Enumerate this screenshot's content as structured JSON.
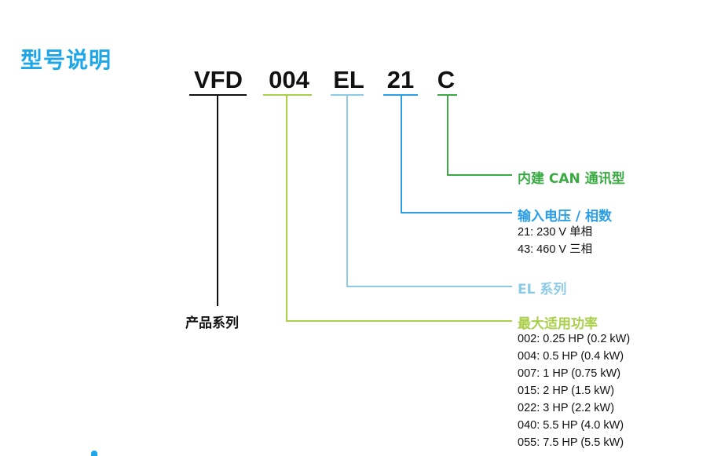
{
  "title": "型号说明",
  "code": {
    "series": "VFD",
    "power": "004",
    "family": "EL",
    "voltage": "21",
    "option": "C"
  },
  "labels": {
    "option": "内建 CAN 通讯型",
    "voltage": "输入电压 / 相数",
    "family": "EL 系列",
    "power": "最大适用功率",
    "series": "产品系列"
  },
  "voltage_options": [
    "21: 230 V 单相",
    "43: 460 V 三相"
  ],
  "power_options": [
    "002: 0.25 HP (0.2 kW)",
    "004: 0.5 HP (0.4 kW)",
    "007: 1 HP (0.75 kW)",
    "015: 2 HP (1.5 kW)",
    "022: 3 HP (2.2 kW)",
    "040: 5.5 HP (4.0 kW)",
    "055: 7.5 HP (5.5 kW)"
  ],
  "colors": {
    "title": "#1ea7e8",
    "series": "#111111",
    "power": "#a9cf4b",
    "family": "#8ccbe5",
    "voltage": "#2a9ee6",
    "option": "#3aab42"
  }
}
